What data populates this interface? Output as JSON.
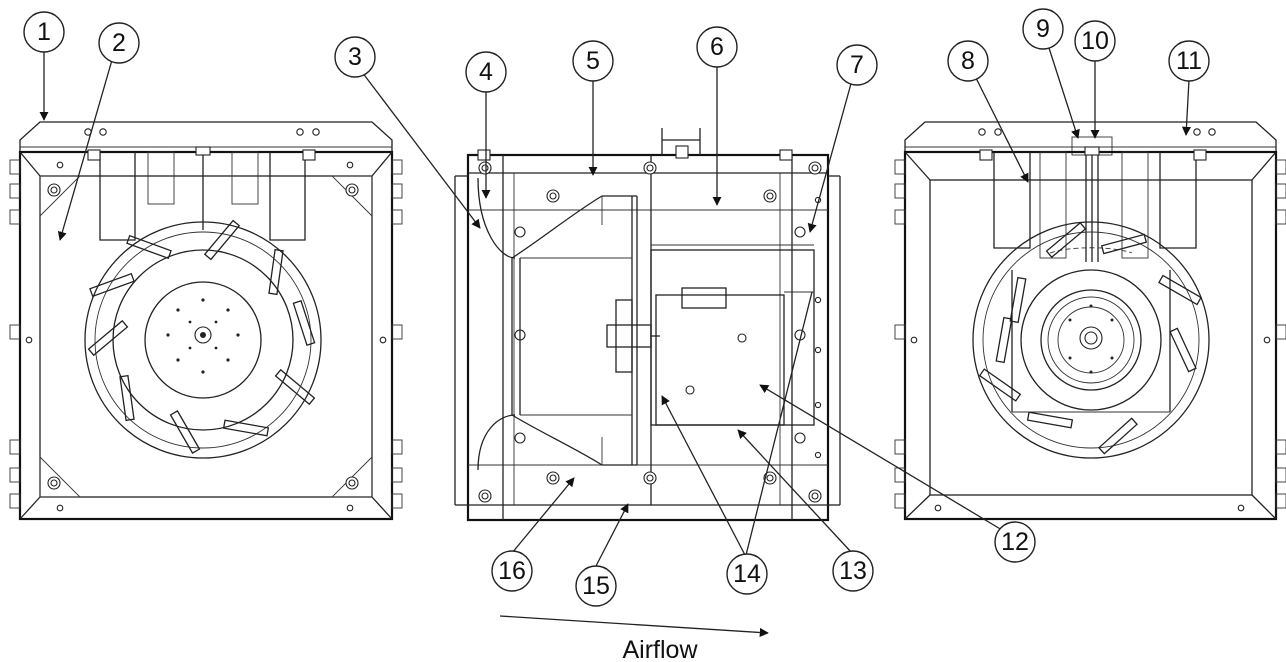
{
  "diagram": {
    "airflow_label": "Airflow",
    "callouts": [
      {
        "id": "1",
        "label": "1"
      },
      {
        "id": "2",
        "label": "2"
      },
      {
        "id": "3",
        "label": "3"
      },
      {
        "id": "4",
        "label": "4"
      },
      {
        "id": "5",
        "label": "5"
      },
      {
        "id": "6",
        "label": "6"
      },
      {
        "id": "7",
        "label": "7"
      },
      {
        "id": "8",
        "label": "8"
      },
      {
        "id": "9",
        "label": "9"
      },
      {
        "id": "10",
        "label": "10"
      },
      {
        "id": "11",
        "label": "11"
      },
      {
        "id": "12",
        "label": "12"
      },
      {
        "id": "13",
        "label": "13"
      },
      {
        "id": "14",
        "label": "14"
      },
      {
        "id": "15",
        "label": "15"
      },
      {
        "id": "16",
        "label": "16"
      }
    ]
  }
}
